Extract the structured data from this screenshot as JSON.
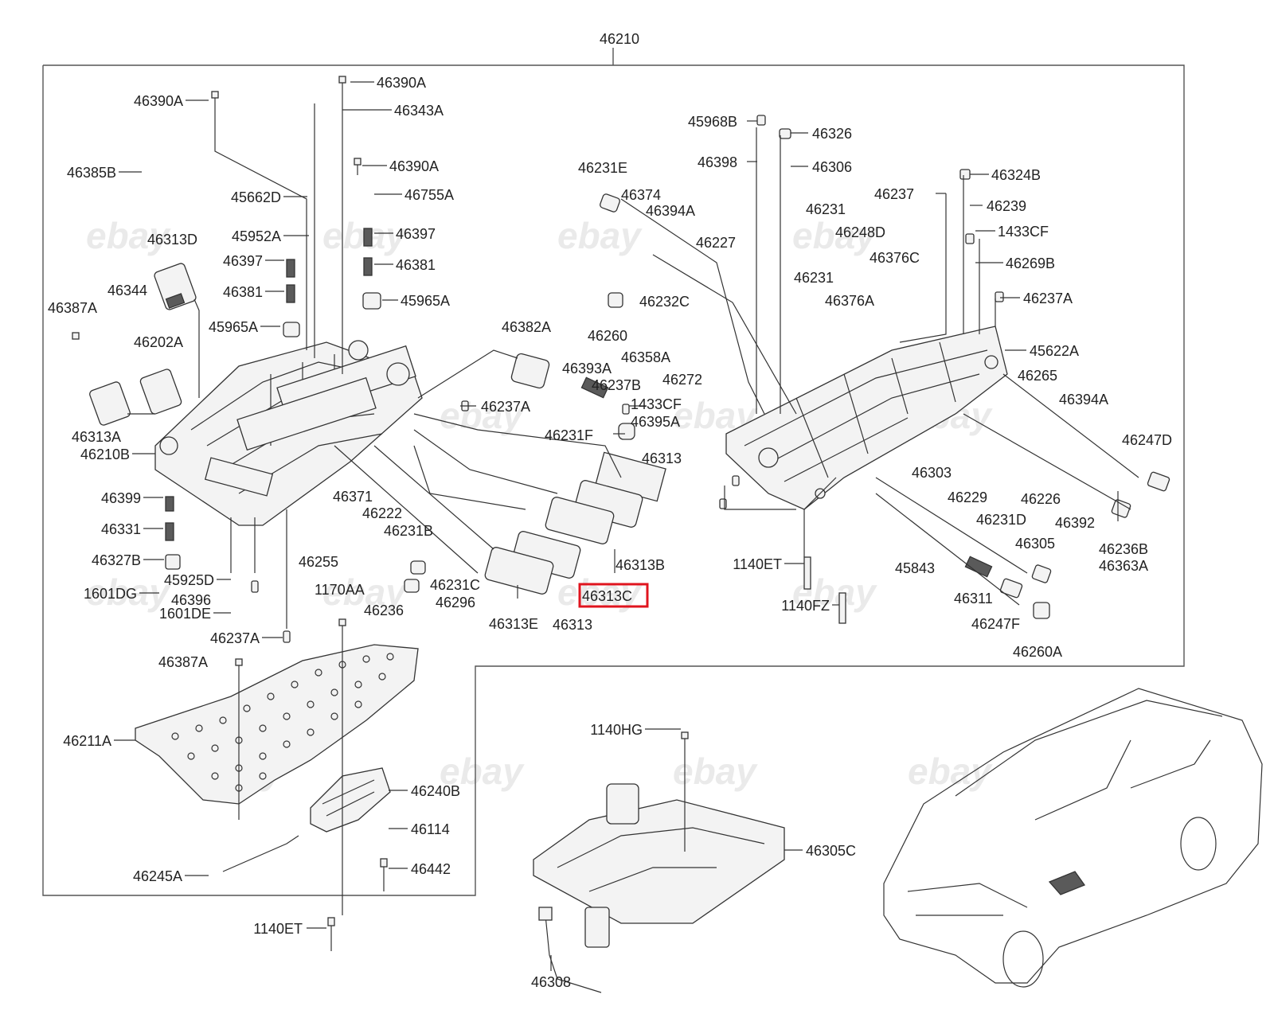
{
  "labels": {
    "title_part": "46210",
    "p46390A_1": "46390A",
    "p46390A_2": "46390A",
    "p46343A": "46343A",
    "p46390A_3": "46390A",
    "p46385B": "46385B",
    "p45662D": "45662D",
    "p46755A": "46755A",
    "p45952A": "45952A",
    "p46397_1": "46397",
    "p46397_2": "46397",
    "p46381_1": "46381",
    "p46381_2": "46381",
    "p46313D": "46313D",
    "p45965A_1": "45965A",
    "p45965A_2": "45965A",
    "p46344": "46344",
    "p46387A_1": "46387A",
    "p46202A": "46202A",
    "p46313A": "46313A",
    "p46210B": "46210B",
    "p46399": "46399",
    "p46331": "46331",
    "p46327B": "46327B",
    "p45925D": "45925D",
    "p1601DG": "1601DG",
    "p46396": "46396",
    "p1601DE": "1601DE",
    "p46237A_1": "46237A",
    "p46382A": "46382A",
    "p46393A": "46393A",
    "p46237B": "46237B",
    "p46237A_2": "46237A",
    "p1433CF_1": "1433CF",
    "p46395A": "46395A",
    "p46231F": "46231F",
    "p46371": "46371",
    "p46222": "46222",
    "p46231B": "46231B",
    "p46255": "46255",
    "p1170AA": "1170AA",
    "p46231C": "46231C",
    "p46236": "46236",
    "p46296": "46296",
    "p46313_1": "46313",
    "p46313B": "46313B",
    "p46313C": "46313C",
    "p46313E": "46313E",
    "p46313_2": "46313",
    "p46231E": "46231E",
    "p46374": "46374",
    "p46394A_1": "46394A",
    "p46227": "46227",
    "p46232C": "46232C",
    "p46260": "46260",
    "p46358A": "46358A",
    "p46272": "46272",
    "p45968B": "45968B",
    "p46326": "46326",
    "p46398": "46398",
    "p46306": "46306",
    "p46237": "46237",
    "p46324B": "46324B",
    "p46231_1": "46231",
    "p46239": "46239",
    "p46248D": "46248D",
    "p1433CF_2": "1433CF",
    "p46376C": "46376C",
    "p46269B": "46269B",
    "p46231_2": "46231",
    "p46376A": "46376A",
    "p46237A_3": "46237A",
    "p45622A": "45622A",
    "p46265": "46265",
    "p46394A_2": "46394A",
    "p46247D": "46247D",
    "p46303": "46303",
    "p46229": "46229",
    "p46231D": "46231D",
    "p46226": "46226",
    "p46392": "46392",
    "p46236B": "46236B",
    "p46363A": "46363A",
    "p46305": "46305",
    "p1140ET_1": "1140ET",
    "p45843": "45843",
    "p46311": "46311",
    "p46247F": "46247F",
    "p1140FZ": "1140FZ",
    "p46260A": "46260A",
    "p46387A_2": "46387A",
    "p46211A": "46211A",
    "p46240B": "46240B",
    "p46114": "46114",
    "p46442": "46442",
    "p46245A": "46245A",
    "p1140ET_2": "1140ET",
    "p1140HG": "1140HG",
    "p46305C": "46305C",
    "p46308": "46308"
  },
  "watermark": "ebay",
  "highlight": {
    "part": "46313C",
    "color": "#e0141e"
  }
}
